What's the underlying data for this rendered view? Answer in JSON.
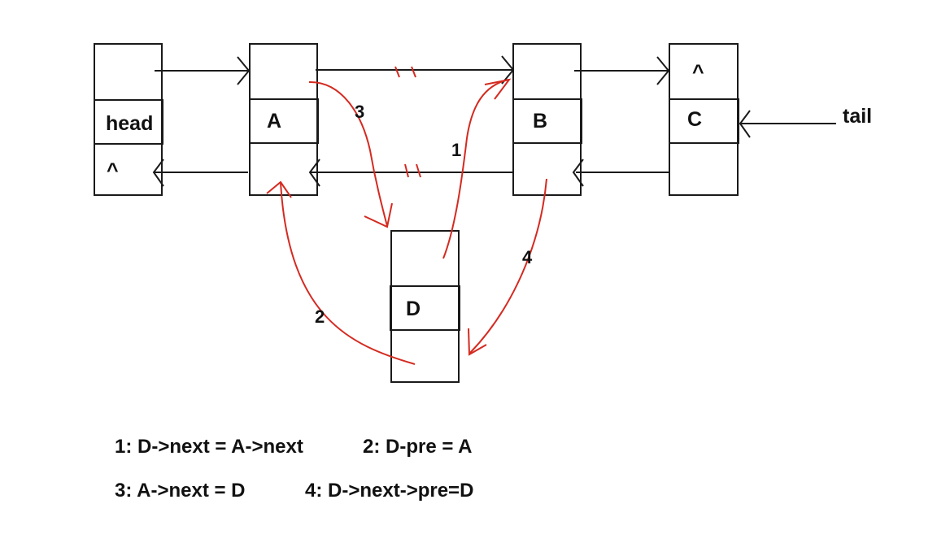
{
  "nodes": {
    "head": {
      "data_label": "head",
      "bottom_label": "^"
    },
    "a": {
      "data_label": "A"
    },
    "b": {
      "data_label": "B"
    },
    "c": {
      "data_label": "C",
      "top_label": "^"
    },
    "d": {
      "data_label": "D"
    }
  },
  "tail_label": "tail",
  "steps": [
    "1",
    "2",
    "3",
    "4"
  ],
  "captions": {
    "line1_left": "1: D->next = A->next",
    "line1_right": "2: D-pre = A",
    "line2_left": "3: A->next = D",
    "line2_right": "4: D->next->pre=D"
  },
  "colors": {
    "ink": "#1a1a1a",
    "new_link": "#d42a20"
  }
}
